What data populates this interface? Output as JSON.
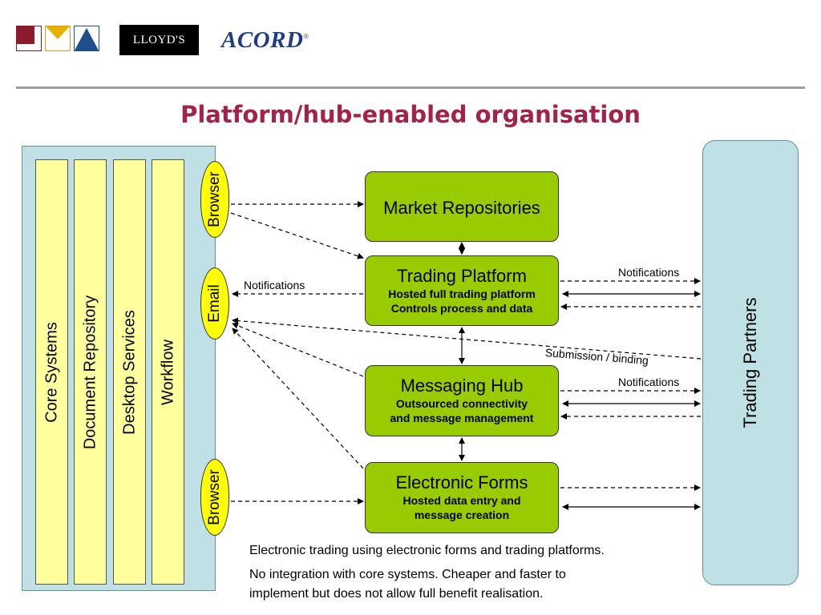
{
  "logos": {
    "lloyds": "LLOYD'S",
    "acord": "ACORD",
    "acord_mark": "®"
  },
  "title": "Platform/hub-enabled organisation",
  "organisation_columns": [
    "Core Systems",
    "Document Repository",
    "Desktop Services",
    "Workflow"
  ],
  "channels": {
    "browser_top": "Browser",
    "email": "Email",
    "browser_bottom": "Browser"
  },
  "boxes": {
    "market_repositories": {
      "title": "Market Repositories"
    },
    "trading_platform": {
      "title": "Trading Platform",
      "line1": "Hosted full trading platform",
      "line2": "Controls process and data"
    },
    "messaging_hub": {
      "title": "Messaging Hub",
      "line1": "Outsourced connectivity",
      "line2": "and message management"
    },
    "electronic_forms": {
      "title": "Electronic Forms",
      "line1": "Hosted data entry and",
      "line2": "message creation"
    }
  },
  "trading_partners": "Trading Partners",
  "labels": {
    "notifications_email": "Notifications",
    "notifications_tp": "Notifications",
    "notifications_mh": "Notifications",
    "submission": "Submission / binding"
  },
  "footer": {
    "line1": "Electronic trading using electronic forms and trading platforms.",
    "line2": "No integration with core systems. Cheaper and faster to",
    "line3": "implement but does not allow full benefit realisation."
  },
  "colors": {
    "title": "#a3224a",
    "green_box": "#99cc00",
    "light_blue": "#bfe0e4",
    "column_yellow": "#ffff9e",
    "ellipse_yellow": "#ffff00"
  }
}
